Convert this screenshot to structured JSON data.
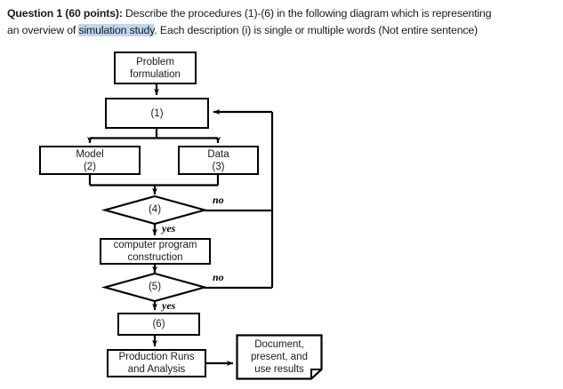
{
  "question": {
    "bold_prefix": "Question 1 (60 points):",
    "line1_rest": " Describe the procedures (1)-(6) in the following diagram which is representing",
    "line2_prefix": "an overview of ",
    "highlighted": "simulation study",
    "line2_rest": ". Each description (i) is single or multiple words (Not entire sentence)",
    "highlight_color": "#bdd7ee"
  },
  "flowchart": {
    "nodes": {
      "problem_formulation": "Problem\nformulation",
      "step1": "(1)",
      "model": "Model\n(2)",
      "data": "Data\n(3)",
      "decision4": "(4)",
      "computer_program": "computer program\nconstruction",
      "decision5": "(5)",
      "step6": "(6)",
      "production_runs": "Production Runs\nand Analysis",
      "document": "Document,\npresent, and\nuse results"
    },
    "branch_labels": {
      "no4": "no",
      "yes4": "yes",
      "no5": "no",
      "yes5": "yes"
    },
    "line_color": "#000000"
  }
}
